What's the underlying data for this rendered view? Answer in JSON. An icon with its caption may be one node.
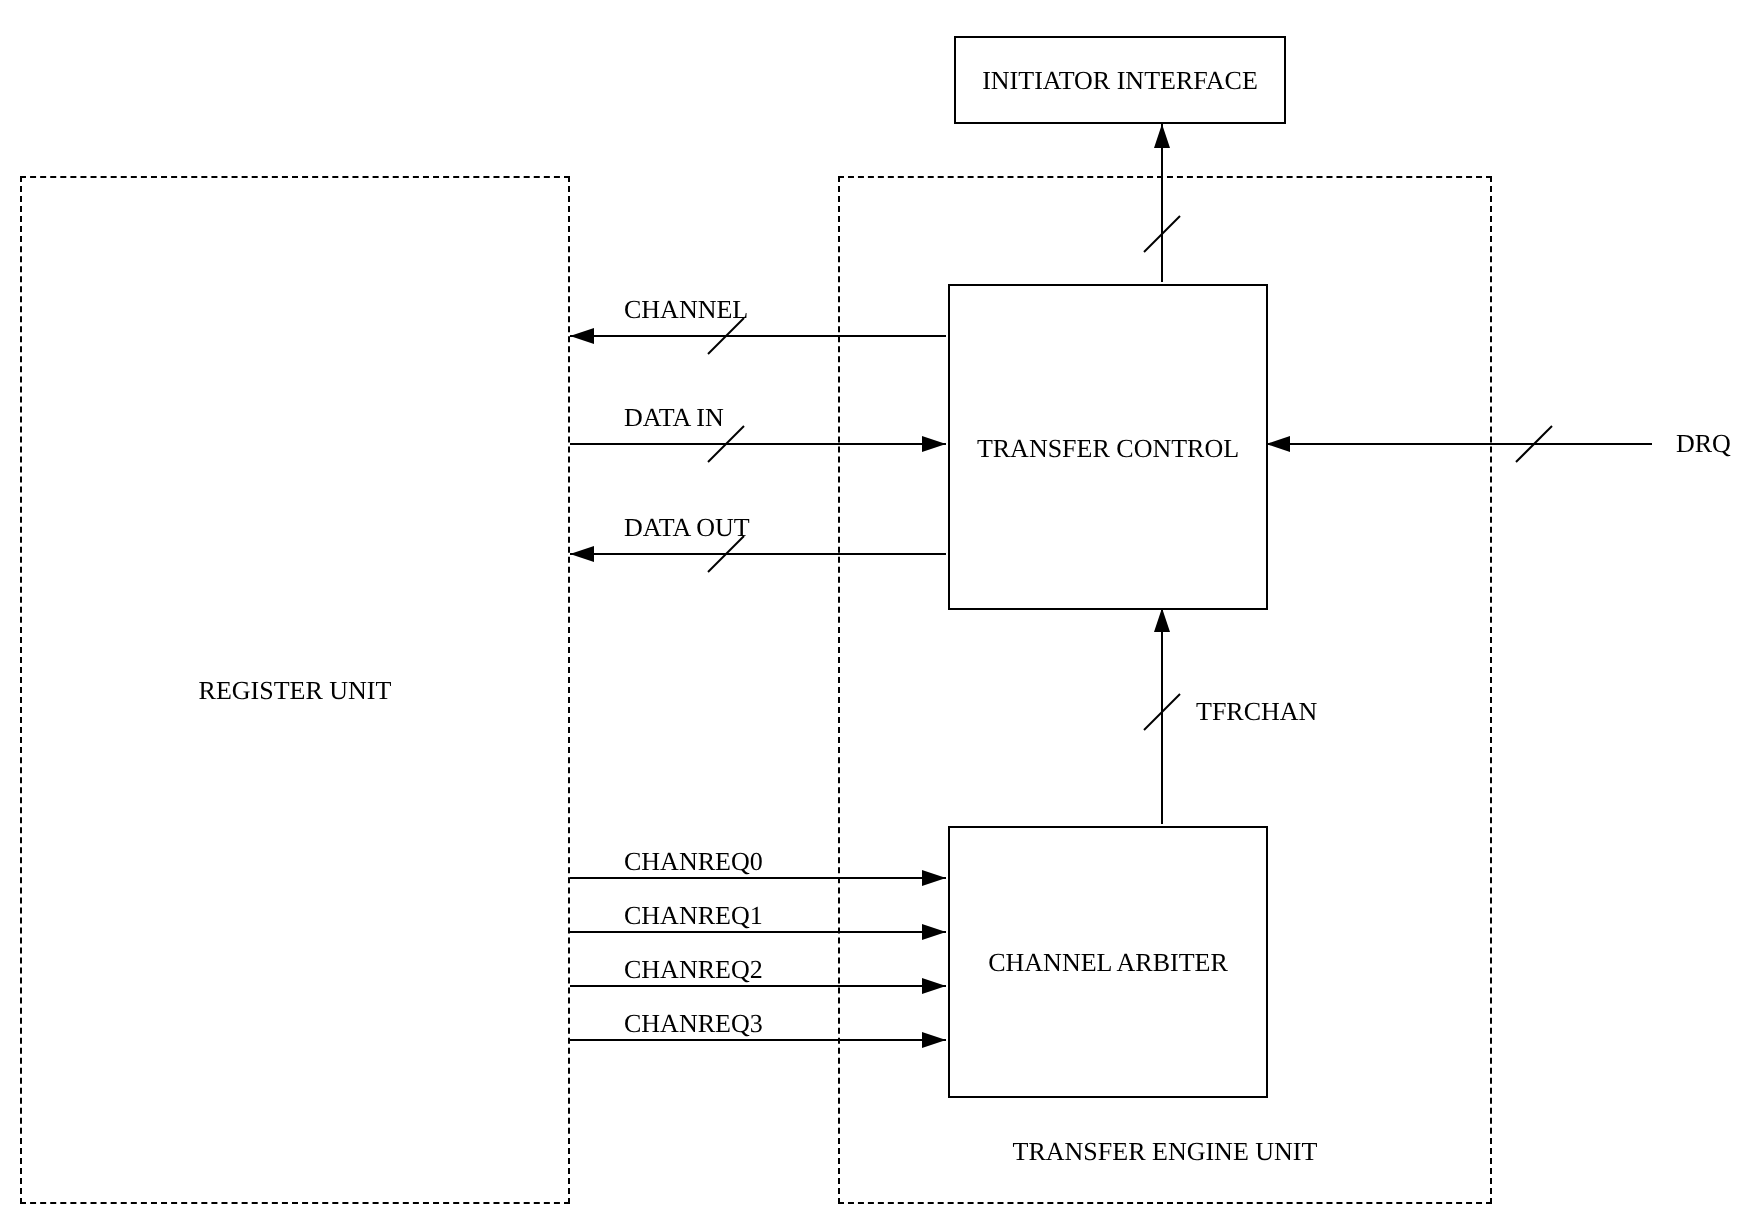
{
  "diagram": {
    "nodes": [
      {
        "text": [
          "INITIATOR INTERFACE"
        ]
      },
      {
        "text": [
          "REGISTER UNIT"
        ]
      },
      {
        "text": [
          "TRANSFER ENGINE UNIT"
        ]
      },
      {
        "text": [
          "TRANSFER CONTROL"
        ],
        "in": 2
      },
      {
        "text": [
          "CHANNEL ARBITER"
        ],
        "in": 2
      },
      {
        "text": [
          "DRQ"
        ]
      }
    ],
    "edges": [
      {
        "from": 3,
        "to": 1,
        "arrow": "to",
        "label": "CHANNEL"
      },
      {
        "from": 1,
        "to": 3,
        "arrow": "to",
        "label": "DATA IN"
      },
      {
        "from": 3,
        "to": 1,
        "arrow": "to",
        "label": "DATA OUT"
      },
      {
        "from": 3,
        "to": 0,
        "arrow": "to"
      },
      {
        "from": 5,
        "to": 3,
        "arrow": "to"
      },
      {
        "from": 4,
        "to": 3,
        "arrow": "to",
        "label": "TFRCHAN"
      },
      {
        "from": 1,
        "to": 4,
        "arrow": "to",
        "label": "CHANREQ0"
      },
      {
        "from": 1,
        "to": 4,
        "arrow": "to",
        "label": "CHANREQ1"
      },
      {
        "from": 1,
        "to": 4,
        "arrow": "to",
        "label": "CHANREQ2"
      },
      {
        "from": 1,
        "to": 4,
        "arrow": "to",
        "label": "CHANREQ3"
      }
    ]
  }
}
